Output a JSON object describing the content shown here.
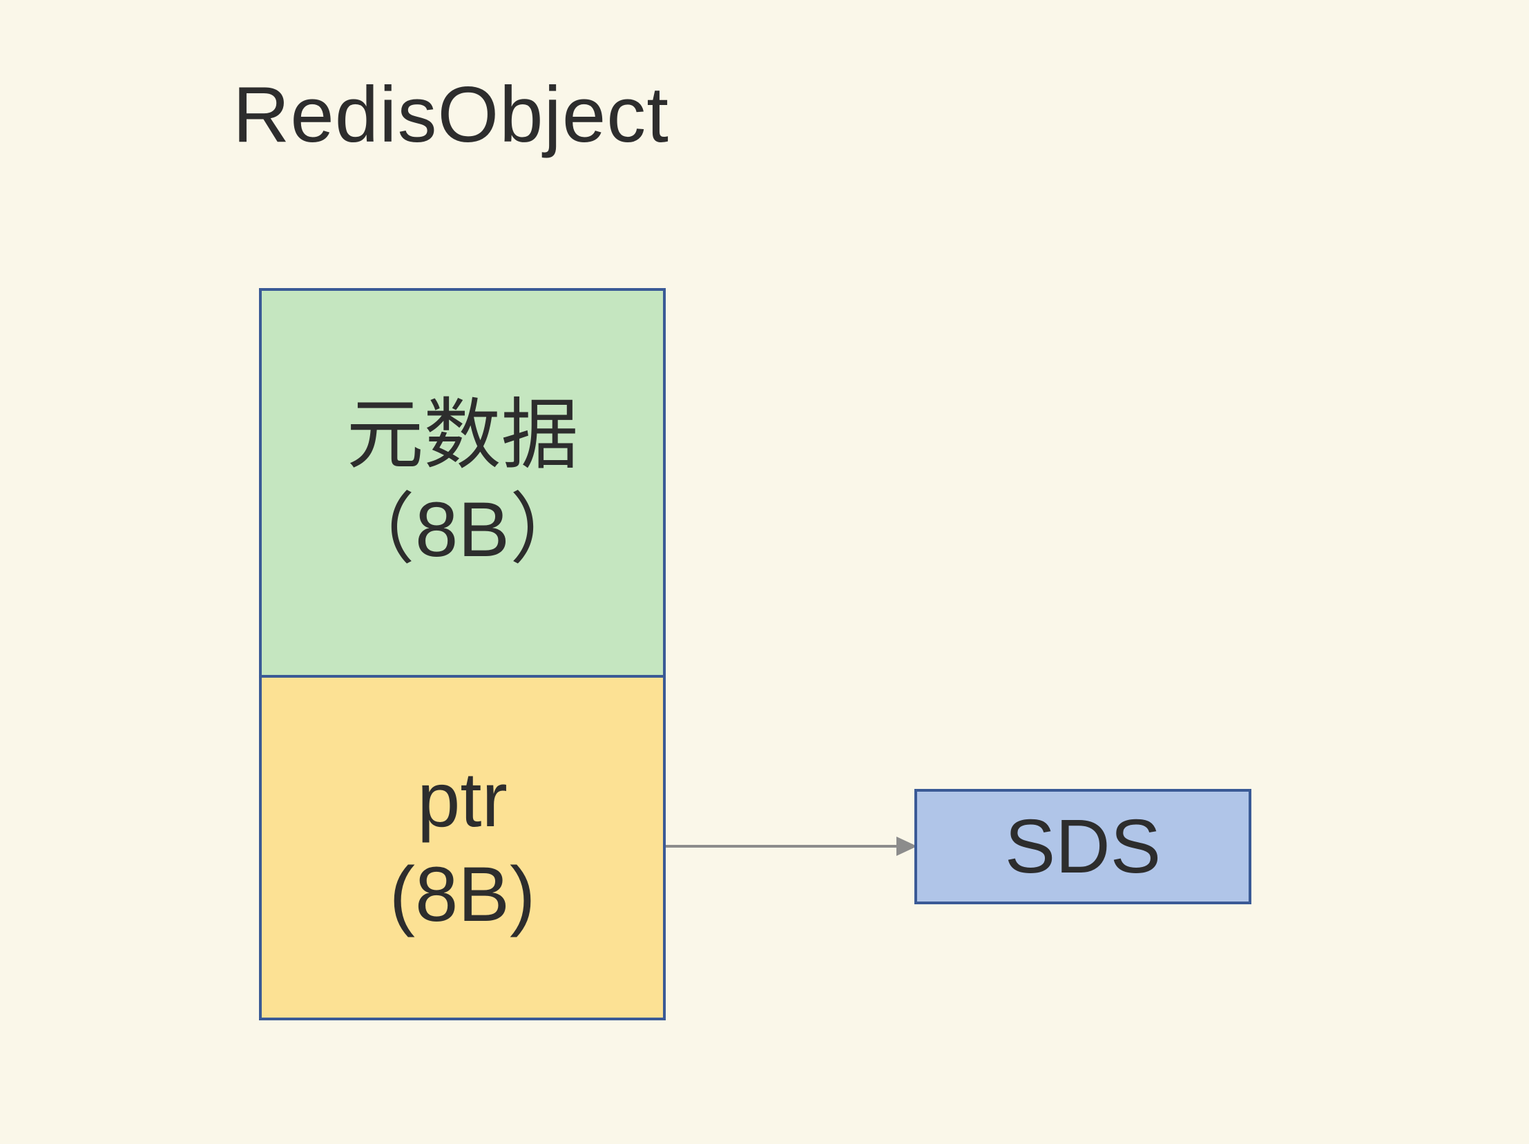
{
  "colors": {
    "bg": "#faf7e9",
    "ink": "#2d2d2d",
    "navy": "#3a5a96",
    "green": "#c5e6c0",
    "yellow": "#fce194",
    "blue": "#b0c5e8",
    "arrow": "#8c8c8c"
  },
  "diagram": {
    "title": "RedisObject",
    "redis_object_struct": {
      "metadata_field": {
        "name": "元数据",
        "size": "（8B）"
      },
      "ptr_field": {
        "name": "ptr",
        "size": "(8B)"
      }
    },
    "arrow": {
      "from": "ptr",
      "to": "SDS"
    },
    "sds_box": {
      "label": "SDS"
    }
  }
}
